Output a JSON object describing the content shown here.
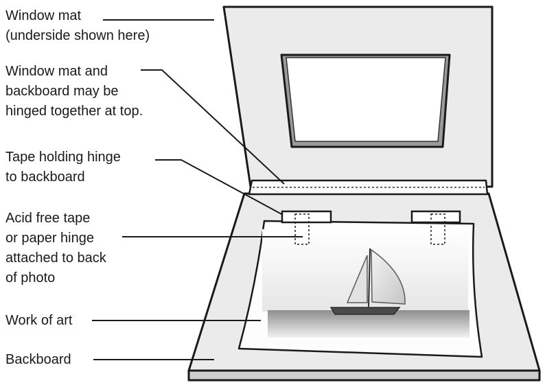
{
  "labels": {
    "window_mat": [
      "Window mat",
      "(underside shown here)"
    ],
    "hinged_together": [
      "Window mat and",
      "backboard may be",
      "hinged together at top."
    ],
    "tape_holding_hinge": [
      "Tape holding hinge",
      "to backboard"
    ],
    "acid_free_tape": [
      "Acid free tape",
      "or paper hinge",
      "attached to back",
      "of photo"
    ],
    "work_of_art": [
      "Work of art"
    ],
    "backboard": [
      "Backboard"
    ]
  }
}
